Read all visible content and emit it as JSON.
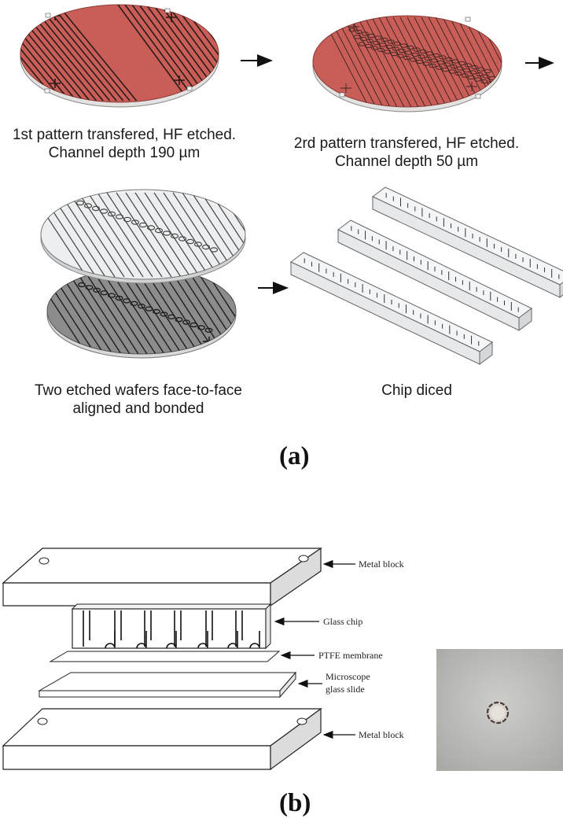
{
  "figure": {
    "panel_a": {
      "label": "(a)",
      "step1_caption": [
        "1st pattern transfered, HF etched.",
        "Channel depth 190 µm"
      ],
      "step2_caption": [
        "2rd pattern transfered, HF etched.",
        "Channel depth 50 µm"
      ],
      "step3_caption": [
        "Two etched wafers face-to-face",
        "aligned and bonded"
      ],
      "step4_caption": "Chip diced"
    },
    "panel_b": {
      "label": "(b)",
      "labels": {
        "metal_block_top": "Metal block",
        "glass_chip": "Glass chip",
        "ptfe_membrane": "PTFE membrane",
        "microscope_slide": [
          "Microscope",
          "glass slide"
        ],
        "metal_block_bottom": "Metal block"
      }
    },
    "colors": {
      "wafer_red": "#c95e58",
      "wafer_red_dark": "#a84741",
      "channel": "#2b1a18",
      "glass": "#eef0f1",
      "dark_wafer": "#8c8c8c",
      "photo_bg": "#bfc0bd"
    }
  }
}
